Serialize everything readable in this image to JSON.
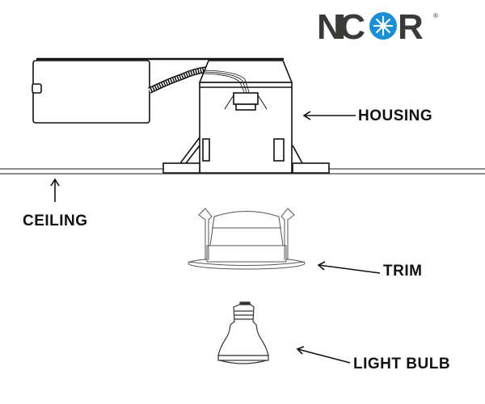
{
  "logo": {
    "brand": "NICOR",
    "registered_mark": "®",
    "accent_color": "#1a8fd6",
    "text_color": "#3b3a38"
  },
  "labels": {
    "housing": "HOUSING",
    "ceiling": "CEILING",
    "trim": "TRIM",
    "light_bulb": "LIGHT BULB"
  }
}
